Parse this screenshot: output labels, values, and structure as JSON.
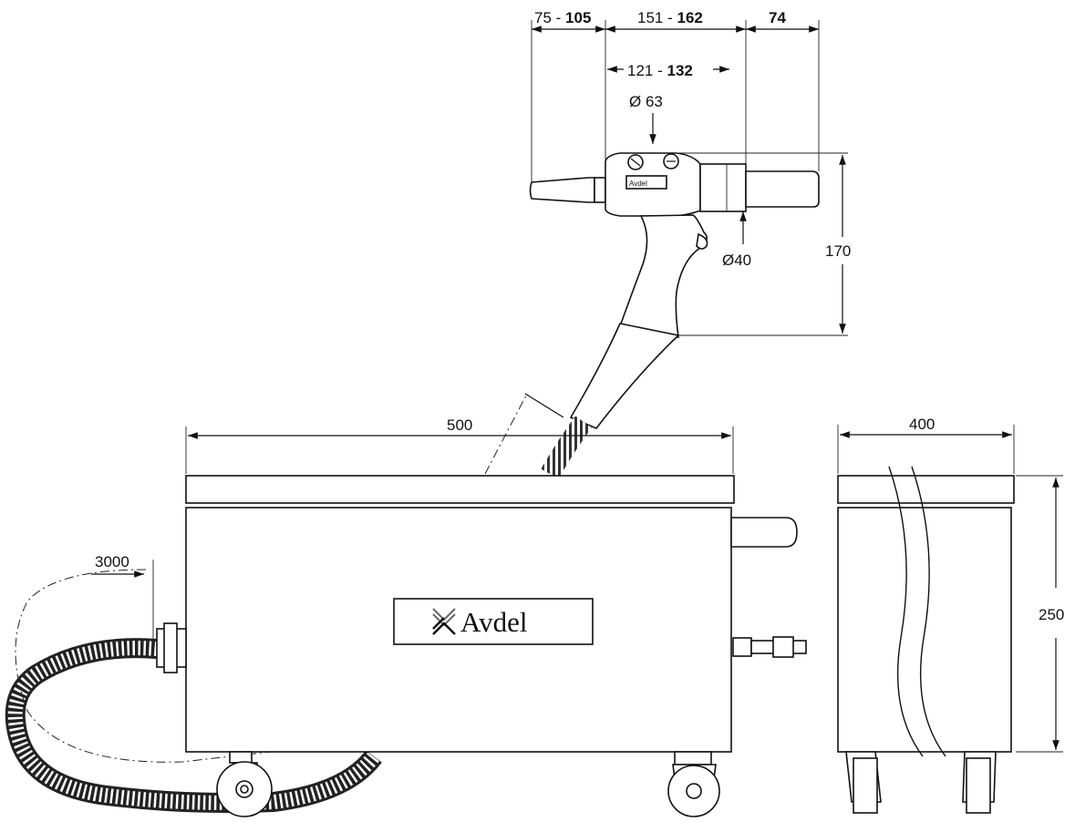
{
  "dimensions": {
    "tool_rear_a": "75",
    "tool_rear_b": "105",
    "tool_body_a": "151",
    "tool_body_b": "162",
    "tool_nose": "74",
    "tool_stroke_a": "121",
    "tool_stroke_b": "132",
    "tool_dia_rear": "Ø 63",
    "tool_dia_nose": "Ø40",
    "tool_height": "170",
    "unit_length": "500",
    "unit_width": "400",
    "unit_height": "250",
    "hose_length": "3000",
    "sep": " - "
  },
  "brand": {
    "name": "Avdel"
  },
  "icons": {
    "brand_logo": "avdel-logo-icon",
    "screw": "screw-icon",
    "castor": "castor-wheel-icon",
    "hose": "corrugated-hose-icon"
  }
}
